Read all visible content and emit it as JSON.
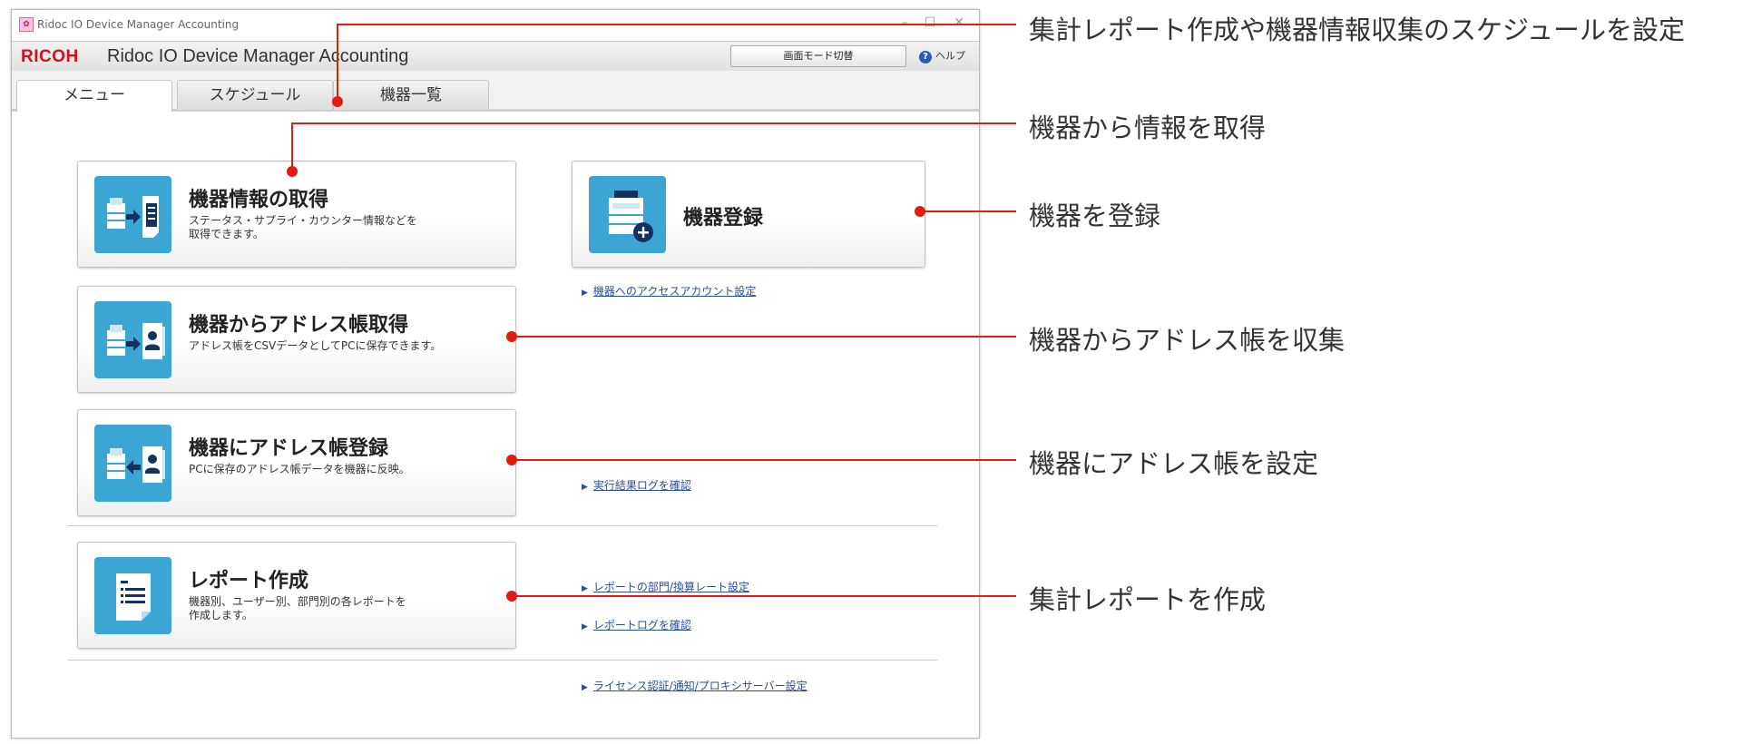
{
  "window": {
    "title": "Ridoc IO Device Manager Accounting",
    "controls": [
      "minimize",
      "maximize",
      "close"
    ]
  },
  "header": {
    "logo": "RICOH",
    "app_title": "Ridoc IO Device Manager Accounting",
    "mode_switch_label": "画面モード切替",
    "help_label": "ヘルプ"
  },
  "tabs": [
    {
      "label": "メニュー",
      "active": true
    },
    {
      "label": "スケジュール",
      "active": false
    },
    {
      "label": "機器一覧",
      "active": false
    }
  ],
  "cards": {
    "get_info": {
      "title": "機器情報の取得",
      "desc": "ステータス・サプライ・カウンター情報などを\n取得できます。",
      "icon": "device-to-sheet-icon"
    },
    "get_address": {
      "title": "機器からアドレス帳取得",
      "desc": "アドレス帳をCSVデータとしてPCに保存できます。",
      "icon": "device-to-addressbook-icon"
    },
    "set_address": {
      "title": "機器にアドレス帳登録",
      "desc": "PCに保存のアドレス帳データを機器に反映。",
      "icon": "addressbook-to-device-icon"
    },
    "report": {
      "title": "レポート作成",
      "desc": "機器別、ユーザー別、部門別の各レポートを\n作成します。",
      "icon": "report-document-icon"
    },
    "register": {
      "title": "機器登録",
      "icon": "device-add-icon"
    }
  },
  "links": {
    "access_account": "機器へのアクセスアカウント設定",
    "exec_log": "実行結果ログを確認",
    "dept_rate": "レポートの部門/換算レート設定",
    "report_log": "レポートログを確認",
    "license": "ライセンス認証/通知/プロキシサーバー設定"
  },
  "annotations": [
    "集計レポート作成や機器情報収集のスケジュールを設定",
    "機器から情報を取得",
    "機器を登録",
    "機器からアドレス帳を収集",
    "機器にアドレス帳を設定",
    "集計レポートを作成"
  ],
  "colors": {
    "accent": "#e21c0e",
    "icon_bg": "#3ba5d4",
    "brand": "#d0101a",
    "link": "#2a4f9e"
  }
}
